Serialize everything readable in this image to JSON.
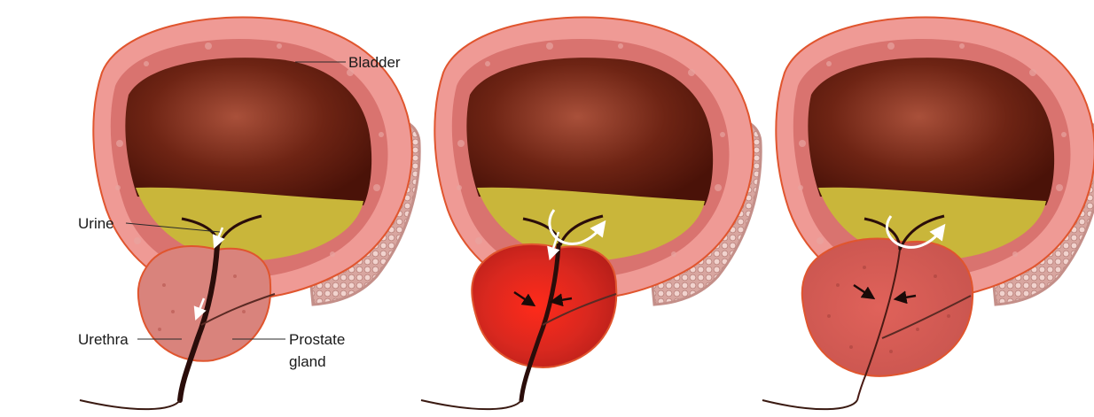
{
  "labels": {
    "bladder": "Bladder",
    "urine": "Urine",
    "urethra": "Urethra",
    "prostate_line1": "Prostate",
    "prostate_line2": "gland"
  },
  "panels": [
    {
      "id": "normal",
      "prostate_state": "normal",
      "flow_arrows": "down",
      "compression_arrows": false,
      "swirl": false
    },
    {
      "id": "inflamed",
      "prostate_state": "inflamed",
      "flow_arrows": "down",
      "compression_arrows": true,
      "swirl": true
    },
    {
      "id": "enlarged",
      "prostate_state": "enlarged",
      "flow_arrows": "none",
      "compression_arrows": true,
      "swirl": true
    }
  ],
  "colors": {
    "bladder_outer": "#e98a86",
    "bladder_wall": "#d9736f",
    "bladder_cavity": "#5a160c",
    "urine": "#c9b63a",
    "prostate_normal": "#d9837c",
    "prostate_inflamed": "#d6312a",
    "vesicle": "#d8a6a0",
    "urethra": "#2a0d0a",
    "outline": "#e0552e"
  }
}
